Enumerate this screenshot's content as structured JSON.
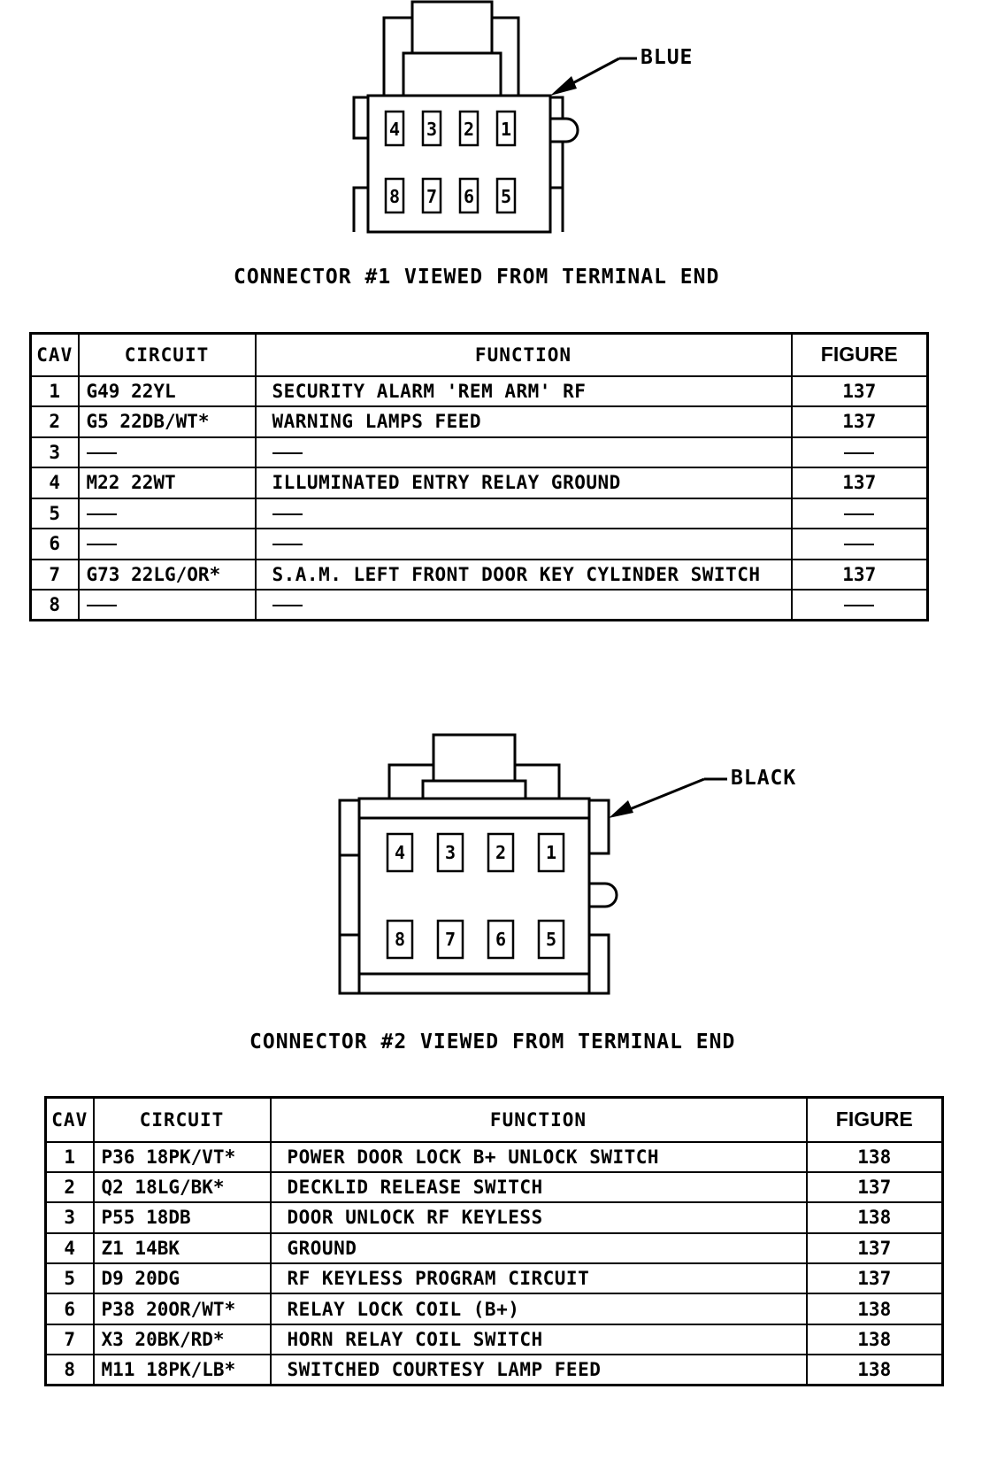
{
  "connector1": {
    "color_label": "BLUE",
    "caption": "CONNECTOR #1 VIEWED FROM TERMINAL END",
    "cavity_labels_top": [
      "4",
      "3",
      "2",
      "1"
    ],
    "cavity_labels_bottom": [
      "8",
      "7",
      "6",
      "5"
    ],
    "table": {
      "headers": {
        "cav": "CAV",
        "circuit": "CIRCUIT",
        "function": "FUNCTION",
        "figure": "FIGURE"
      },
      "rows": [
        {
          "cav": "1",
          "circuit": "G49 22YL",
          "function": "SECURITY ALARM 'REM ARM' RF",
          "figure": "137"
        },
        {
          "cav": "2",
          "circuit": "G5 22DB/WT*",
          "function": "WARNING LAMPS FEED",
          "figure": "137"
        },
        {
          "cav": "3",
          "circuit": "",
          "function": "",
          "figure": ""
        },
        {
          "cav": "4",
          "circuit": "M22 22WT",
          "function": "ILLUMINATED ENTRY RELAY GROUND",
          "figure": "137"
        },
        {
          "cav": "5",
          "circuit": "",
          "function": "",
          "figure": ""
        },
        {
          "cav": "6",
          "circuit": "",
          "function": "",
          "figure": ""
        },
        {
          "cav": "7",
          "circuit": "G73 22LG/OR*",
          "function": "S.A.M. LEFT FRONT DOOR KEY CYLINDER SWITCH",
          "figure": "137"
        },
        {
          "cav": "8",
          "circuit": "",
          "function": "",
          "figure": ""
        }
      ]
    }
  },
  "connector2": {
    "color_label": "BLACK",
    "caption": "CONNECTOR #2 VIEWED FROM TERMINAL END",
    "cavity_labels_top": [
      "4",
      "3",
      "2",
      "1"
    ],
    "cavity_labels_bottom": [
      "8",
      "7",
      "6",
      "5"
    ],
    "table": {
      "headers": {
        "cav": "CAV",
        "circuit": "CIRCUIT",
        "function": "FUNCTION",
        "figure": "FIGURE"
      },
      "rows": [
        {
          "cav": "1",
          "circuit": "P36 18PK/VT*",
          "function": "POWER DOOR LOCK B+ UNLOCK SWITCH",
          "figure": "138"
        },
        {
          "cav": "2",
          "circuit": "Q2 18LG/BK*",
          "function": "DECKLID RELEASE SWITCH",
          "figure": "137"
        },
        {
          "cav": "3",
          "circuit": "P55 18DB",
          "function": "DOOR UNLOCK RF KEYLESS",
          "figure": "138"
        },
        {
          "cav": "4",
          "circuit": "Z1 14BK",
          "function": "GROUND",
          "figure": "137"
        },
        {
          "cav": "5",
          "circuit": "D9 20DG",
          "function": "RF KEYLESS PROGRAM CIRCUIT",
          "figure": "137"
        },
        {
          "cav": "6",
          "circuit": "P38 20OR/WT*",
          "function": "RELAY LOCK COIL (B+)",
          "figure": "138"
        },
        {
          "cav": "7",
          "circuit": "X3 20BK/RD*",
          "function": "HORN RELAY COIL SWITCH",
          "figure": "138"
        },
        {
          "cav": "8",
          "circuit": "M11 18PK/LB*",
          "function": "SWITCHED COURTESY LAMP FEED",
          "figure": "138"
        }
      ]
    }
  }
}
